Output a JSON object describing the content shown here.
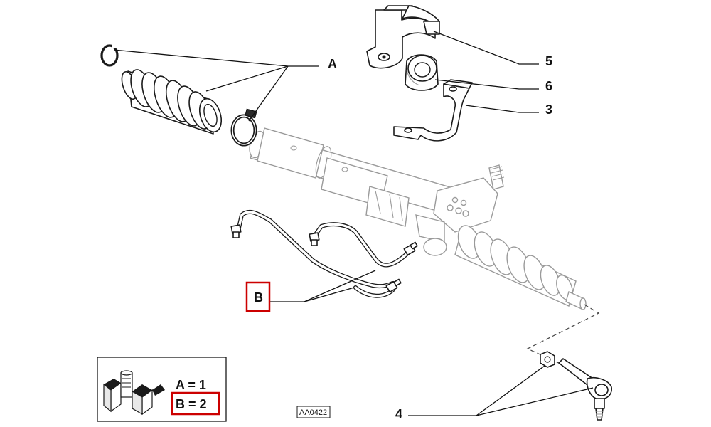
{
  "callouts": {
    "A": "A",
    "B": "B",
    "five": "5",
    "six": "6",
    "three": "3",
    "four": "4"
  },
  "legend": {
    "line1": "A = 1",
    "line2": "B = 2"
  },
  "reference_code": "AA0422",
  "colors": {
    "highlight": "#cc0000",
    "ink": "#1a1a1a",
    "ghost": "#9a9a9a"
  }
}
